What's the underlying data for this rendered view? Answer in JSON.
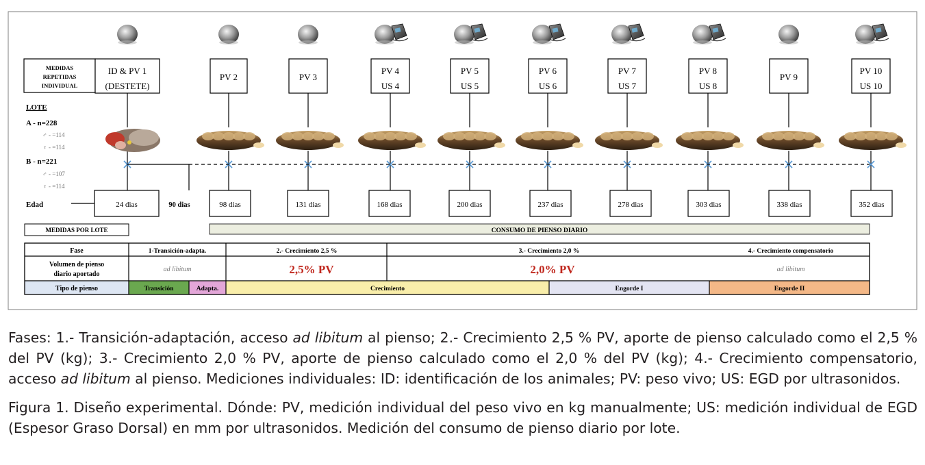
{
  "diagram": {
    "legend": {
      "line1": "MEDIDAS",
      "line2": "REPETIDAS",
      "line3": "INDIVIDUAL"
    },
    "boxes": [
      {
        "line1": "ID & PV 1",
        "line2": "(DESTETE)",
        "icon": "scale-icon"
      },
      {
        "line1": "PV 2",
        "line2": "",
        "icon": "scale-icon"
      },
      {
        "line1": "PV 3",
        "line2": "",
        "icon": "scale-icon"
      },
      {
        "line1": "PV 4",
        "line2": "US 4",
        "icon": "scale-ultrasound-icon"
      },
      {
        "line1": "PV 5",
        "line2": "US 5",
        "icon": "scale-ultrasound-icon"
      },
      {
        "line1": "PV 6",
        "line2": "US 6",
        "icon": "scale-ultrasound-icon"
      },
      {
        "line1": "PV 7",
        "line2": "US 7",
        "icon": "scale-ultrasound-icon"
      },
      {
        "line1": "PV 8",
        "line2": "US 8",
        "icon": "scale-ultrasound-icon"
      },
      {
        "line1": "PV 9",
        "line2": "",
        "icon": "scale-icon"
      },
      {
        "line1": "PV 10",
        "line2": "US 10",
        "icon": "scale-ultrasound-icon"
      }
    ],
    "lote": {
      "title": "LOTE",
      "a": "A - n=228",
      "a_male": "♂ - =114",
      "a_female": "♀ - =114",
      "b": "B - n=221",
      "b_male": "♂ - =107",
      "b_female": "♀ - =114"
    },
    "edad_label": "Edad",
    "ages": [
      "24 dias",
      "98 dias",
      "131 dias",
      "168 dias",
      "200 dias",
      "237 dias",
      "278 dias",
      "303 dias",
      "338 dias",
      "352 dias"
    ],
    "age_90": "90 dias",
    "medidas_por_lote": "MEDIDAS POR LOTE",
    "consumo": "CONSUMO DE PIENSO DIARIO",
    "table": {
      "row_fase": "Fase",
      "fase1": "1-Transición-adapta.",
      "fase2": "2.- Crecimiento 2,5 %",
      "fase3": "3.- Crecimiento 2,0 %",
      "fase4": "4.- Crecimiento compensatorio",
      "row_volumen_1": "Volumen de pienso",
      "row_volumen_2": "diario aportado",
      "vol1": "ad libitum",
      "vol2": "2,5% PV",
      "vol3": "2,0% PV",
      "vol4": "ad libitum",
      "row_tipo": "Tipo de pienso",
      "tipo1": "Transición",
      "tipo2": "Adapta.",
      "tipo3": "Crecimiento",
      "tipo4": "Engorde I",
      "tipo5": "Engorde II"
    },
    "colors": {
      "transicion": "#6aa84f",
      "adapta": "#e3a6d8",
      "crecimiento": "#f9eeaa",
      "engorde1": "#e3e4f2",
      "engorde2": "#f4b887",
      "red_text": "#c0281e",
      "consumo_bar": "#eceee0",
      "cross": "#5b9bd5"
    }
  },
  "caption": {
    "fases_1": "Fases: 1.- Transición-adaptación, acceso ",
    "fases_adlib1": "ad libitum",
    "fases_2": " al pienso; 2.- Crecimiento 2,5 % PV, aporte de pienso calculado como el 2,5 % del PV (kg); 3.- Crecimiento 2,0 % PV, aporte de pienso calculado como el 2,0 % del PV (kg); 4.- Crecimiento compensatorio, acceso ",
    "fases_adlib2": "ad libitum",
    "fases_3": " al pienso. Mediciones individuales: ID: identificación de los animales; PV: peso vivo; US: EGD por ultrasonidos.",
    "figura": "Figura 1. Diseño experimental. Dónde: PV, medición individual del peso vivo en kg manualmente; US: medición individual de EGD (Espesor Graso Dorsal) en mm por ultrasonidos. Medición del consumo de pienso diario por lote."
  }
}
